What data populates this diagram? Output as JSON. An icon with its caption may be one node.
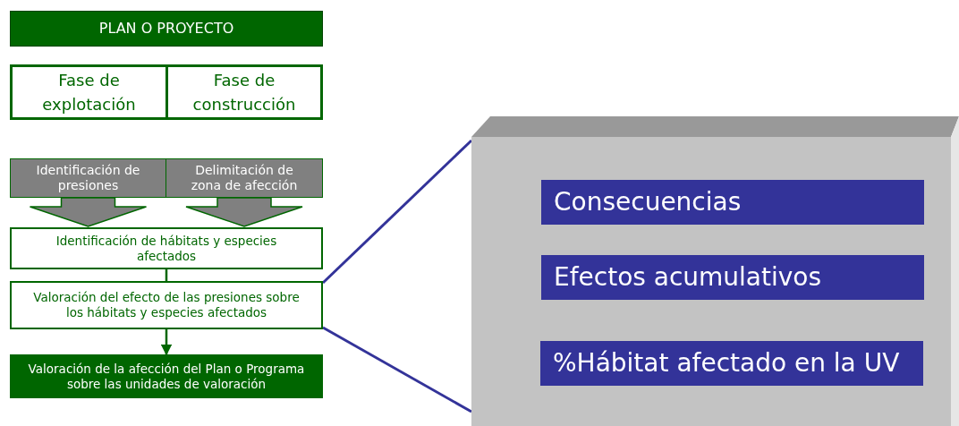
{
  "diagram": {
    "nodes": [
      {
        "text": [
          "PLAN O PROYECTO"
        ]
      },
      {
        "text": [
          "Fase de explotación"
        ]
      },
      {
        "text": [
          "Fase de construcción"
        ]
      },
      {
        "text": [
          "Identificación de presiones"
        ]
      },
      {
        "text": [
          "Delimitación de zona de afección"
        ]
      },
      {
        "text": [
          "Identificación de hábitats y especies afectados"
        ]
      },
      {
        "text": [
          "Valoración del efecto de las presiones sobre los hábitats y especies afectados"
        ]
      },
      {
        "text": [
          "Valoración de la afección del Plan o Programa sobre las unidades de valoración"
        ]
      },
      {
        "text": [],
        "shape": "box"
      },
      {
        "text": [
          "Consecuencias"
        ],
        "in": 8
      },
      {
        "text": [
          "Efectos acumulativos"
        ],
        "in": 8
      },
      {
        "text": [
          "%Hábitat afectado en la UV"
        ],
        "in": 8
      }
    ],
    "edges": [
      {
        "from": 3,
        "to": 5,
        "arrow": "to",
        "style": "thick"
      },
      {
        "from": 4,
        "to": 5,
        "arrow": "to",
        "style": "thick"
      },
      {
        "from": 5,
        "to": 6,
        "arrow": "none"
      },
      {
        "from": 6,
        "to": 7,
        "arrow": "to"
      },
      {
        "from": 6,
        "to": 8,
        "arrow": "none",
        "color": "#333399"
      },
      {
        "from": 6,
        "to": 8,
        "arrow": "none",
        "color": "#333399"
      }
    ]
  }
}
